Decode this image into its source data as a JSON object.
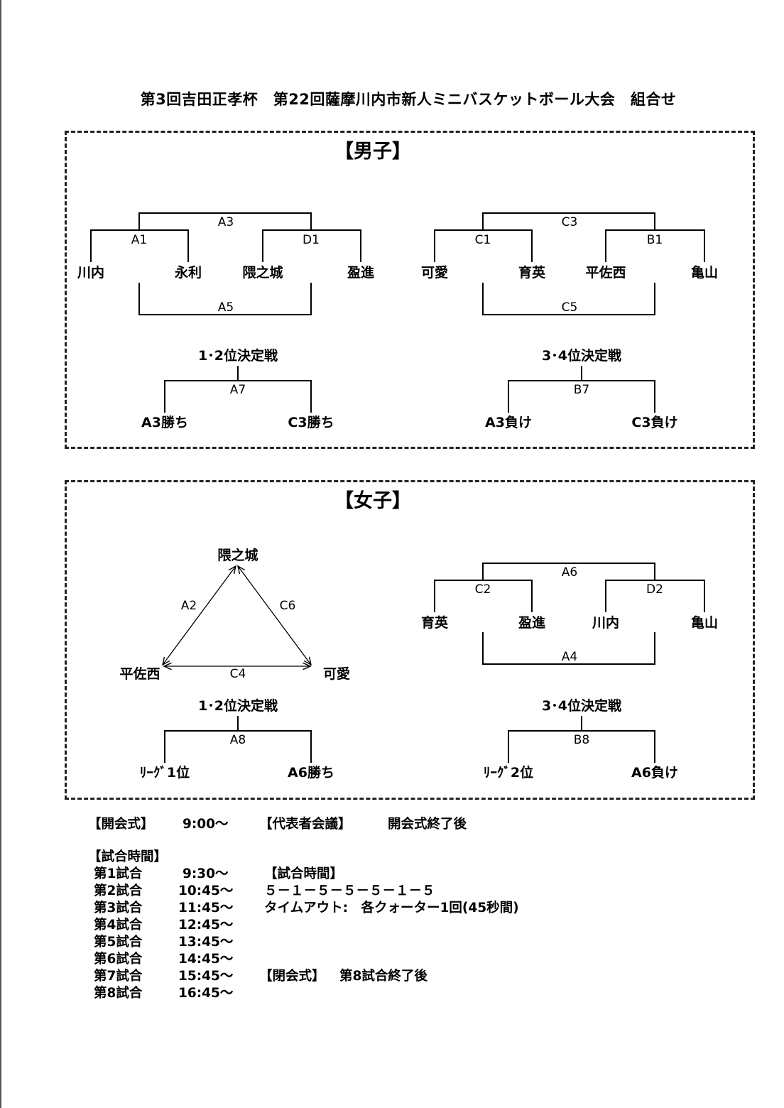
{
  "title": "第3回吉田正孝杯　第22回薩摩川内市新人ミニバスケットボール大会　組合せ",
  "boys": {
    "heading": "【男子】",
    "left": {
      "top_game": "A3",
      "left_game": "A1",
      "right_game": "D1",
      "bottom_game": "A5",
      "teams": [
        "川内",
        "永利",
        "隈之城",
        "盈進"
      ]
    },
    "right": {
      "top_game": "C3",
      "left_game": "C1",
      "right_game": "B1",
      "bottom_game": "C5",
      "teams": [
        "可愛",
        "育英",
        "平佐西",
        "亀山"
      ]
    },
    "final_12": {
      "label": "1･2位決定戦",
      "game": "A7",
      "left": "A3勝ち",
      "right": "C3勝ち"
    },
    "final_34": {
      "label": "3･4位決定戦",
      "game": "B7",
      "left": "A3負け",
      "right": "C3負け"
    }
  },
  "girls": {
    "heading": "【女子】",
    "league": {
      "top": "隈之城",
      "bottom_left": "平佐西",
      "bottom_right": "可愛",
      "left_game": "A2",
      "right_game": "C6",
      "bottom_game": "C4"
    },
    "bracket": {
      "top_game": "A6",
      "left_game": "C2",
      "right_game": "D2",
      "bottom_game": "A4",
      "teams": [
        "育英",
        "盈進",
        "川内",
        "亀山"
      ]
    },
    "final_12": {
      "label": "1･2位決定戦",
      "game": "A8",
      "left": "ﾘｰｸﾞ1位",
      "right": "A6勝ち"
    },
    "final_34": {
      "label": "3･4位決定戦",
      "game": "B8",
      "left": "ﾘｰｸﾞ2位",
      "right": "A6負け"
    }
  },
  "info": {
    "opening_label": "【開会式】",
    "opening_time": "9:00～",
    "rep_meeting_label": "【代表者会議】",
    "rep_meeting_time": "開会式終了後",
    "schedule_heading": "【試合時間】",
    "games": [
      {
        "name": "第1試合",
        "time": "9:30～"
      },
      {
        "name": "第2試合",
        "time": "10:45～"
      },
      {
        "name": "第3試合",
        "time": "11:45～"
      },
      {
        "name": "第4試合",
        "time": "12:45～"
      },
      {
        "name": "第5試合",
        "time": "13:45～"
      },
      {
        "name": "第6試合",
        "time": "14:45～"
      },
      {
        "name": "第7試合",
        "time": "15:45～"
      },
      {
        "name": "第8試合",
        "time": "16:45～"
      }
    ],
    "time_rule_heading": "【試合時間】",
    "time_rule": "５－１－５－５－５－１－５",
    "timeout_rule": "タイムアウト:　各クォーター1回(45秒間)",
    "closing_label": "【閉会式】",
    "closing_time": "第8試合終了後"
  }
}
